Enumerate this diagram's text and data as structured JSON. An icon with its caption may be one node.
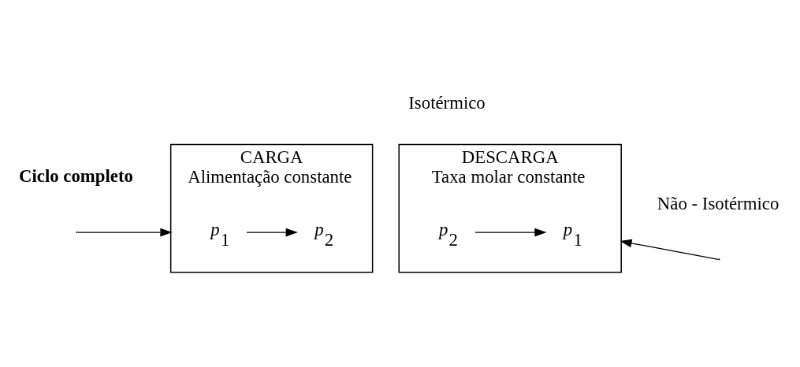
{
  "diagram": {
    "nodes": [
      {
        "text": [
          "CARGA",
          "Alimentação constante"
        ],
        "beside": [
          "Isotérmico"
        ]
      },
      {
        "text": [
          "*p*$_{1}$"
        ],
        "in": 0
      },
      {
        "text": [
          "*p*$_{2}$"
        ],
        "in": 0
      },
      {
        "text": [
          "DESCARGA",
          "Taxa molar constante"
        ],
        "beside": [
          "Não - Isotérmico"
        ]
      },
      {
        "text": [
          "*p*$_{2}$"
        ],
        "in": 3
      },
      {
        "text": [
          "*p*$_{1}$"
        ],
        "in": 3
      }
    ],
    "edges": [
      {
        "from": 1,
        "to": 2,
        "arrow": "to"
      },
      {
        "from": 4,
        "to": 5,
        "arrow": "to"
      },
      {
        "from": null,
        "to": 0,
        "arrow": "to"
      },
      {
        "from": null,
        "to": 3,
        "arrow": "to"
      }
    ],
    "labels": [
      "**Ciclo completo**"
    ]
  }
}
